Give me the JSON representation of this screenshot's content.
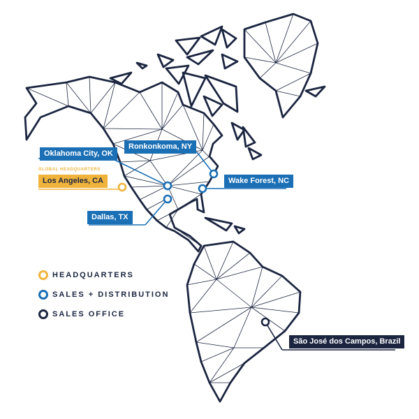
{
  "colors": {
    "navy": "#1b2540",
    "blue": "#1a6fb5",
    "gold": "#f0b43c"
  },
  "hq_caption": "GLOBAL HEADQUARTERS",
  "locations": {
    "oklahoma": "Oklahoma City, OK",
    "ronkonkoma": "Ronkonkoma, NY",
    "los_angeles": "Los Angeles, CA",
    "wake_forest": "Wake Forest, NC",
    "dallas": "Dallas, TX",
    "sao_jose": "São José dos Campos, Brazil"
  },
  "legend": {
    "headquarters": "HEADQUARTERS",
    "sales_distribution": "SALES + DISTRIBUTION",
    "sales_office": "SALES OFFICE"
  }
}
